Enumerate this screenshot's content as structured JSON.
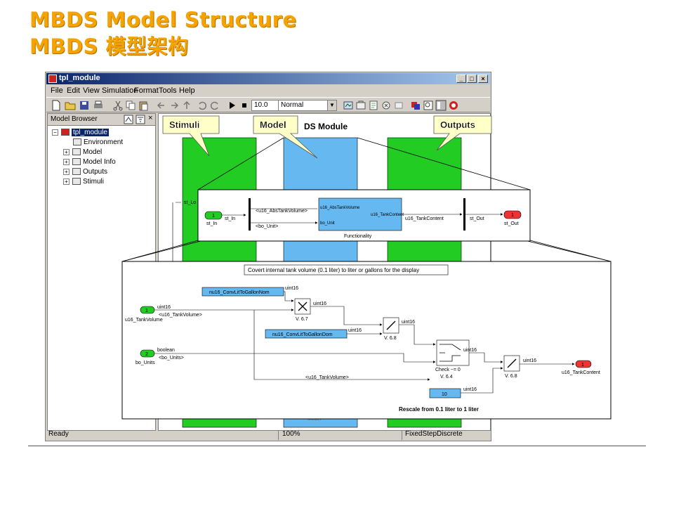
{
  "slide": {
    "title_en": "MBDS Model Structure",
    "title_cn": "MBDS 模型架构",
    "accent_color": "#f5a300"
  },
  "window": {
    "title": "tpl_module",
    "controls": [
      "_",
      "□",
      "×"
    ],
    "menus": [
      "File",
      "Edit",
      "View",
      "Simulation",
      "Format",
      "Tools",
      "Help"
    ],
    "toolbar": {
      "stop_time": "10.0",
      "mode": "Normal"
    },
    "status": {
      "left": "Ready",
      "zoom": "100%",
      "solver": "FixedStepDiscrete"
    }
  },
  "browser": {
    "header": "Model Browser",
    "items": [
      {
        "label": "tpl_module",
        "selected": true
      },
      {
        "label": "Environment"
      },
      {
        "label": "Model"
      },
      {
        "label": "Model Info"
      },
      {
        "label": "Outputs"
      },
      {
        "label": "Stimuli"
      }
    ]
  },
  "canvas": {
    "module_title": "DS Module",
    "callouts": {
      "stimuli": "Stimuli",
      "model": "Model",
      "outputs": "Outputs"
    },
    "partial_labels": {
      "st_lo": "st_Lo",
      "bottom": "Model"
    },
    "colors": {
      "stimuli": "#22cc22",
      "model": "#66b8f0",
      "outputs": "#22cc22"
    }
  },
  "detail1": {
    "in_port": "1",
    "in_name": "st_In",
    "mid_in": "st_In",
    "bus_sig1": "<u16_AbsTankVolume>",
    "bus_sig2": "<bo_Unit>",
    "block_port1": "u16_AbsTankVolume",
    "block_port2": "bo_Unit",
    "block_out": "u16_TankContent",
    "block_name": "Functionality",
    "out_sig": "u16_TankContent",
    "st_out": "st_Out",
    "out_port": "1",
    "out_name": "st_Out"
  },
  "detail2": {
    "title": "Covert internal tank volume (0.1 liter) to liter or gallons for the display",
    "const1": "nu16_ConvLitToGallonNom",
    "const2": "nu16_ConvLitToGallonDom",
    "const3": "10",
    "in1_port": "1",
    "in1_name": "u16_TankVolume",
    "in2_port": "2",
    "in2_name": "bo_Units",
    "uint16": "uint16",
    "boolean": "boolean",
    "tankvol_bus": "<u16_TankVolume>",
    "units_bus": "<bo_Units>",
    "tankvol_bus2": "<u16_TankVolume>",
    "mul_label": "V. 6.7",
    "div1_label": "V. 6.8",
    "switch_label": "Check ~= 0",
    "switch_ver": "V. 6.4",
    "div2_label": "V. 6.8",
    "out_port": "1",
    "out_name": "u16_TankContent",
    "footer": "Rescale from 0.1 liter to 1 liter"
  }
}
